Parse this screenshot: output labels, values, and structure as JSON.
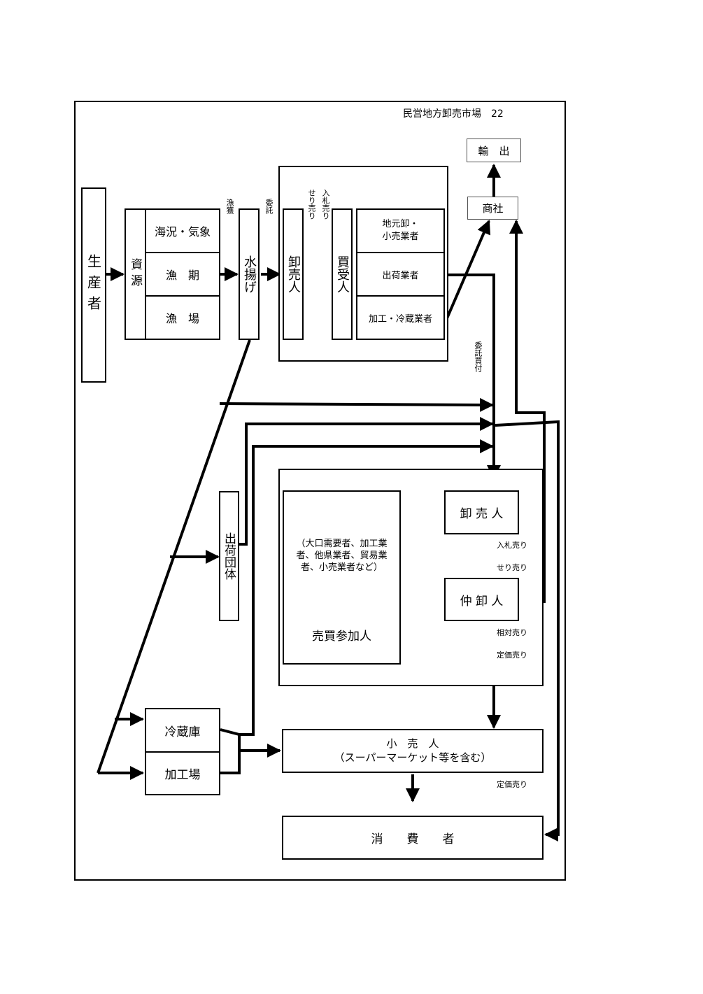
{
  "header": {
    "title": "民営地方卸売市場　22"
  },
  "nodes": {
    "producer": "生産者",
    "resources": "資源",
    "sea_weather": "海況・気象",
    "fishing_season": "漁　期",
    "fishing_ground": "漁　場",
    "landing": "水揚げ",
    "wholesaler_a": "卸売人",
    "buyer": "買受人",
    "local_dealers": "地元卸・\n小売業者",
    "shippers": "出荷業者",
    "processors": "加工・冷蔵業者",
    "trading_co": "商社",
    "export": "輸　出",
    "shipping_org": "出荷団体",
    "wholesaler_b": "卸 売 人",
    "intermediate": "仲 卸 人",
    "participants_desc": "（大口需要者、加工業\n者、他県業者、貿易業\n者、小売業者など）",
    "participants": "売買参加人",
    "cold_storage": "冷蔵庫",
    "processing_plant": "加工場",
    "retailer": "小　売　人\n（スーパーマーケット等を含む）",
    "consumer": "消　　費　　者"
  },
  "labels": {
    "catch": "漁獲",
    "consign": "委託",
    "auction_sale": "せり売り",
    "tender_sale": "入札売り",
    "consign_buy": "委託買付",
    "tender_sale_b": "入札売り",
    "auction_sale_b": "せり売り",
    "negotiated_sale": "相対売り",
    "fixed_price_sale": "定価売り",
    "fixed_price_sale_b": "定価売り"
  }
}
